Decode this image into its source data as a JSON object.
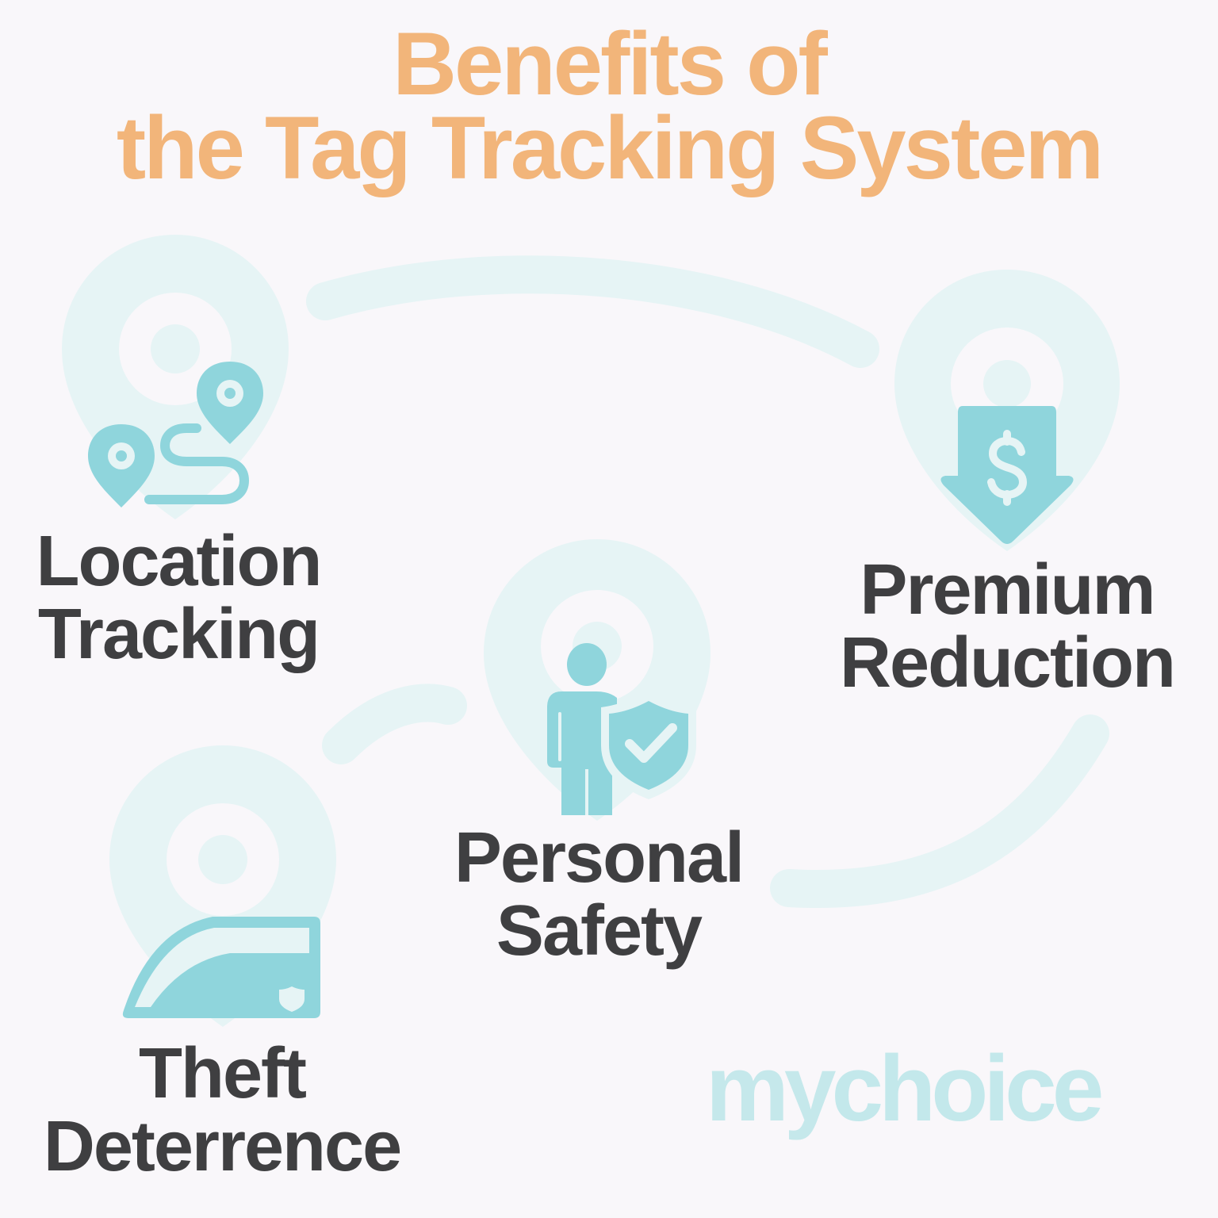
{
  "title": {
    "line1": "Benefits of",
    "line2": "the Tag Tracking System"
  },
  "colors": {
    "title": "#f2b57a",
    "icon": "#8fd5dc",
    "watermark_pin": "#e6f4f5",
    "label_text": "#3f3f41",
    "background": "#f9f7fa",
    "logo": "#c3e8eb"
  },
  "benefits": [
    {
      "id": "location-tracking",
      "line1": "Location",
      "line2": "Tracking",
      "icon": "map-route-pins-icon"
    },
    {
      "id": "premium-reduction",
      "line1": "Premium",
      "line2": "Reduction",
      "icon": "dollar-down-arrow-icon"
    },
    {
      "id": "personal-safety",
      "line1": "Personal",
      "line2": "Safety",
      "icon": "person-shield-check-icon"
    },
    {
      "id": "theft-deterrence",
      "line1": "Theft",
      "line2": "Deterrence",
      "icon": "car-door-shield-icon"
    }
  ],
  "logo": {
    "part1": "my",
    "part2": "choice"
  }
}
